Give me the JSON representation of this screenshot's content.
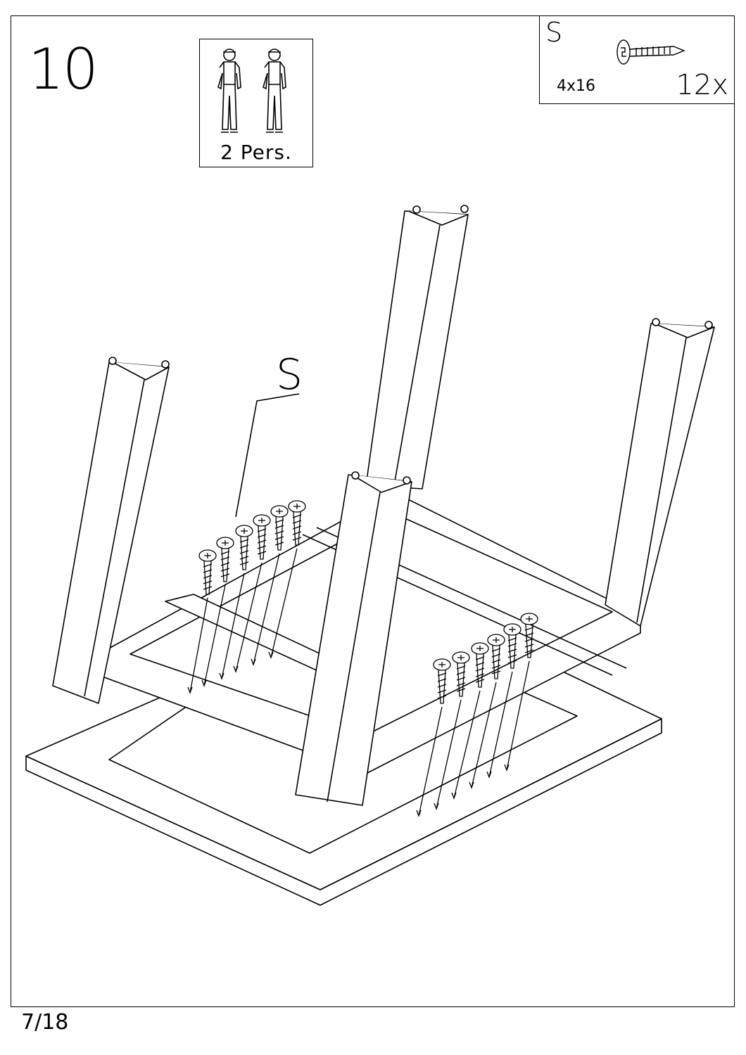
{
  "step_number": "10",
  "persons": {
    "label": "2 Pers."
  },
  "part": {
    "letter": "S",
    "size": "4x16",
    "quantity": "12x"
  },
  "callout_label": "S",
  "page": "7/18"
}
